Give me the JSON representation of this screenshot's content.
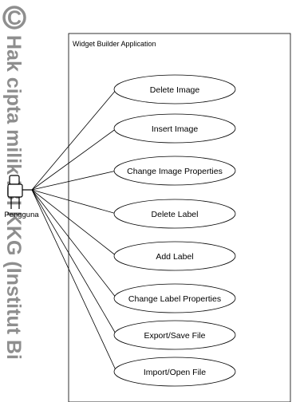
{
  "system": {
    "title": "Widget Builder Application"
  },
  "actor": {
    "name": "Pengguna"
  },
  "use_cases": [
    {
      "label": "Delete Image"
    },
    {
      "label": "Insert Image"
    },
    {
      "label": "Change Image Properties"
    },
    {
      "label": "Delete Label"
    },
    {
      "label": "Add Label"
    },
    {
      "label": "Change Label Properties"
    },
    {
      "label": "Export/Save File"
    },
    {
      "label": "Import/Open File"
    }
  ],
  "watermark": {
    "symbol": "C",
    "text": "Hak cipta milik IBI KKG (Institut Bi"
  },
  "colors": {
    "line": "#000000",
    "watermark": "#6f6f6f"
  }
}
